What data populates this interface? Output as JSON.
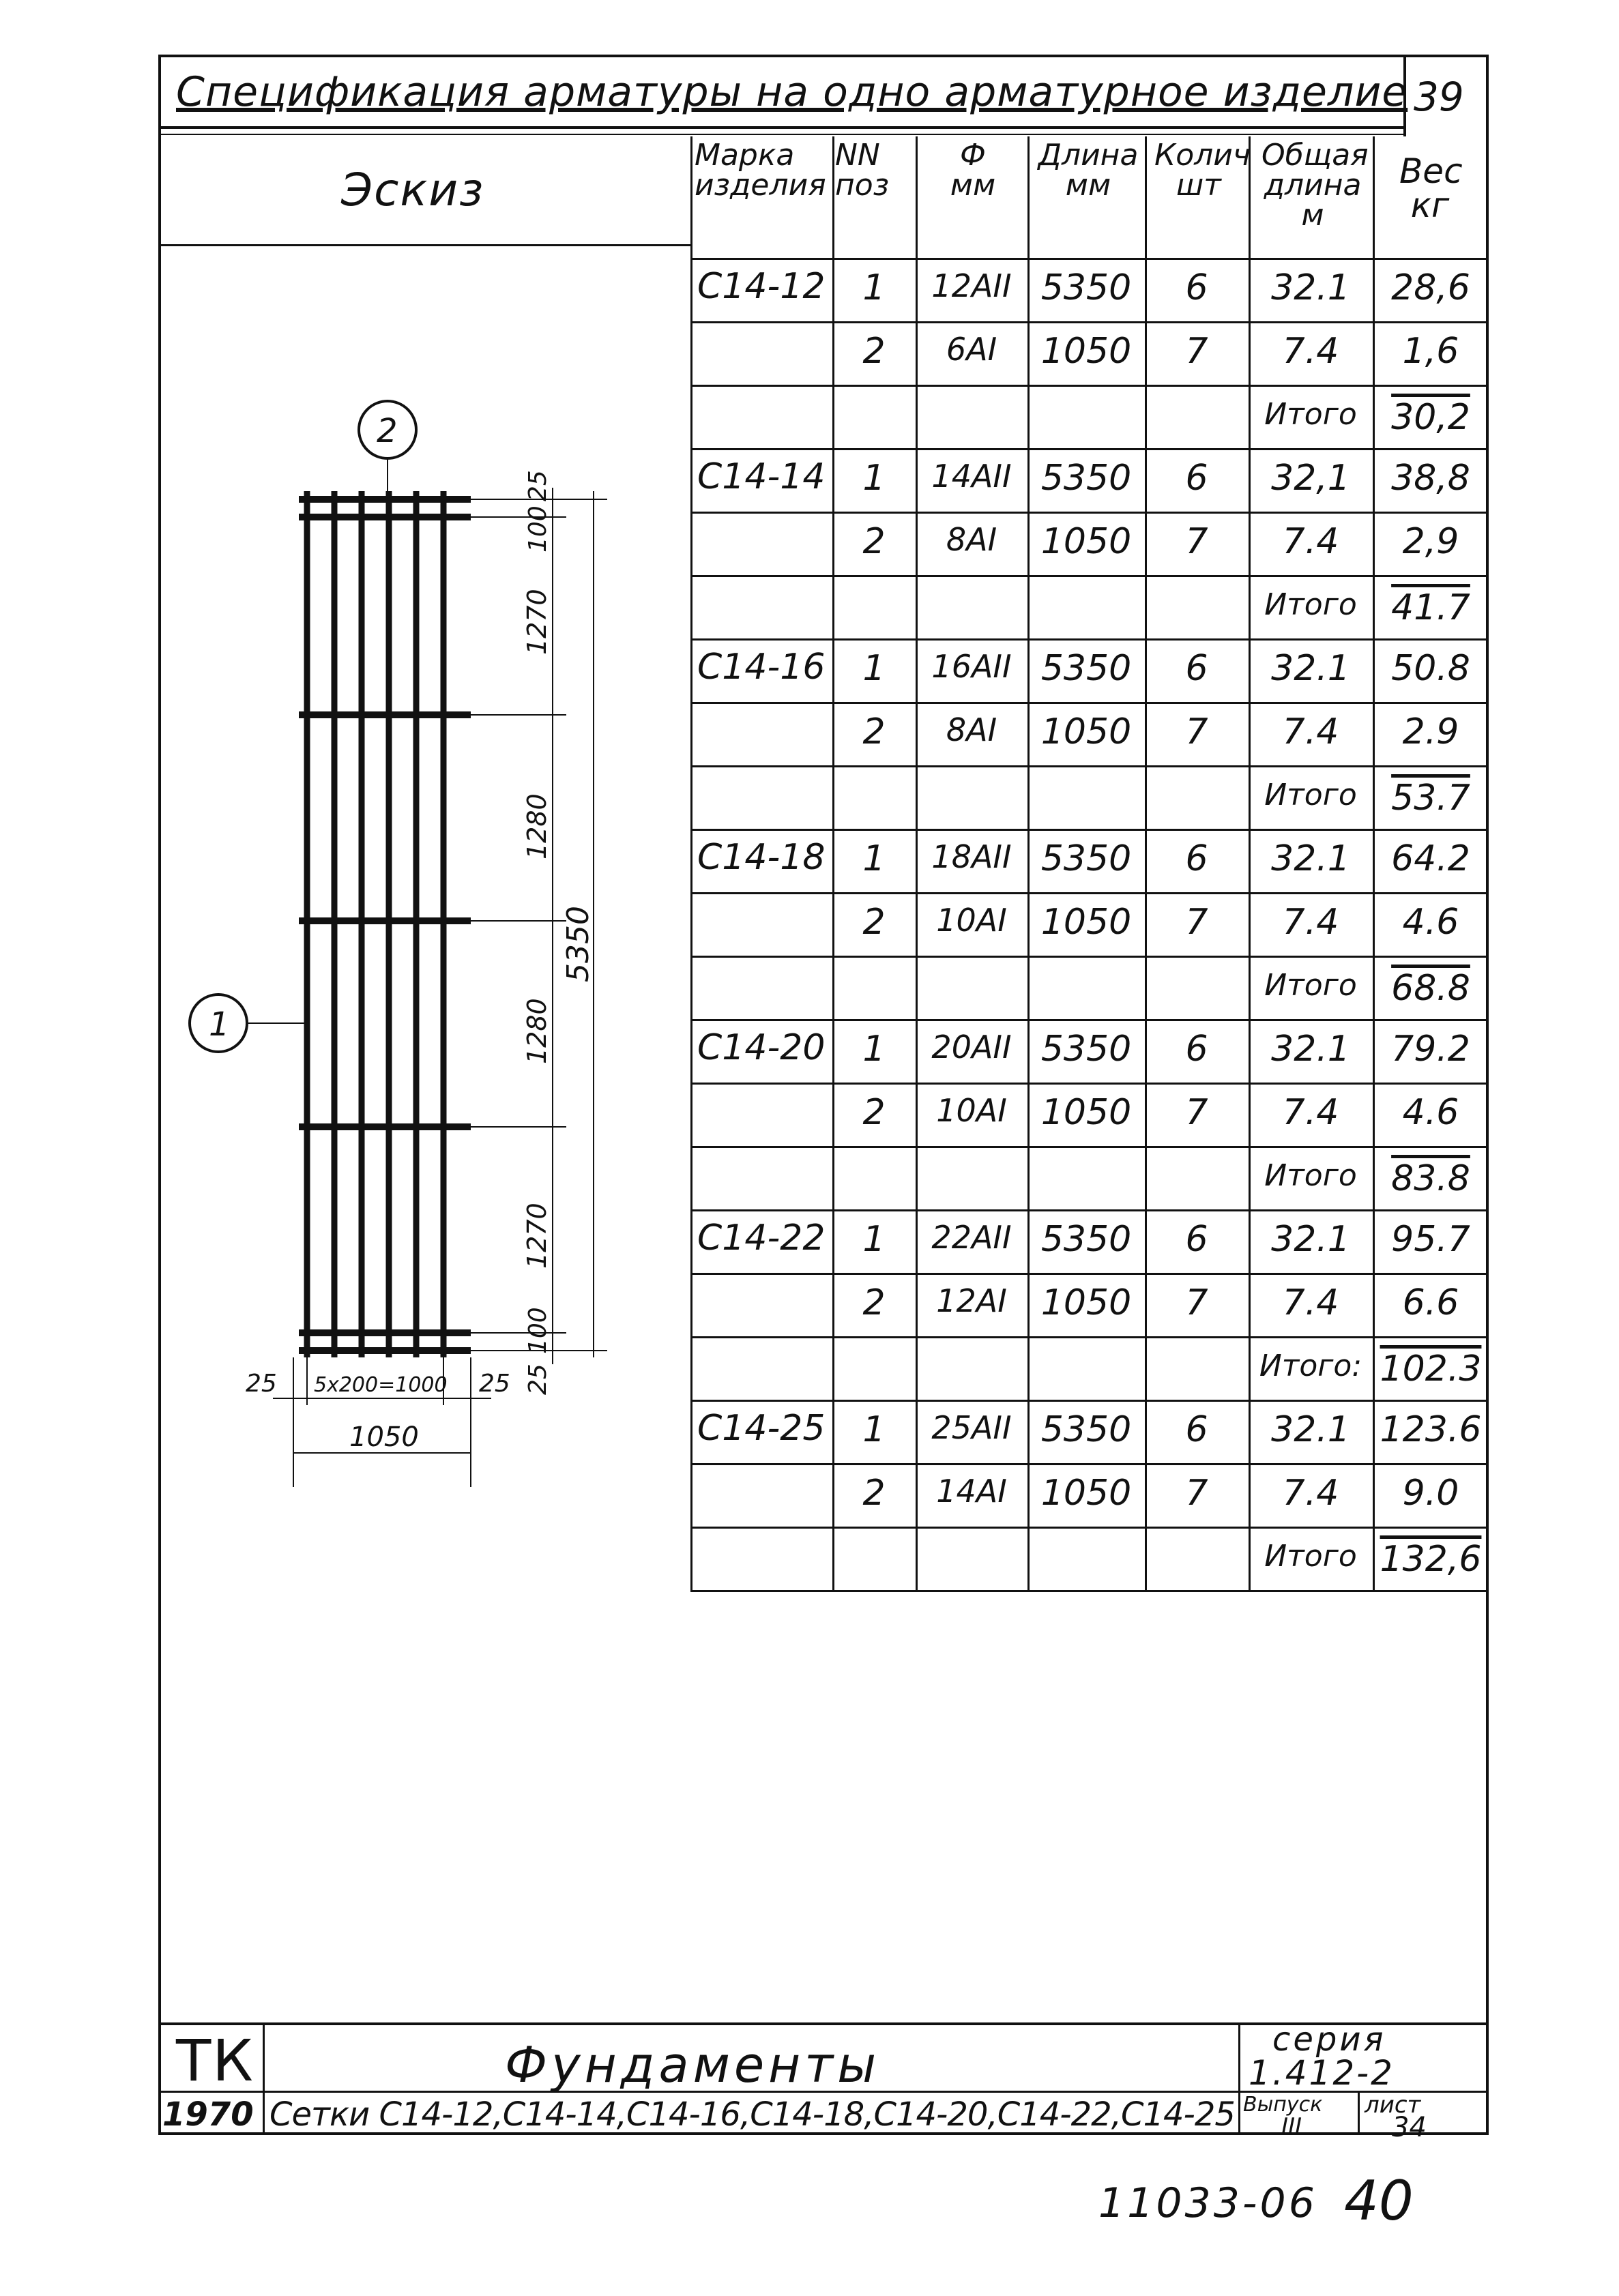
{
  "header": {
    "title": "Спецификация арматуры на одно арматурное изделие",
    "sheet_number": "39"
  },
  "sketch": {
    "title": "Эскиз",
    "pos_labels": [
      "1",
      "2"
    ],
    "vertical_dims": [
      "25",
      "100",
      "1270",
      "1280",
      "1280",
      "1270",
      "100",
      "25"
    ],
    "total_height": "5350",
    "bottom_dims": {
      "left": "25",
      "middle": "5x200=1000",
      "right": "25",
      "total": "1050"
    }
  },
  "table": {
    "headers": {
      "mark": "Марка изделия",
      "pos": "NN поз",
      "diam": "Ф мм",
      "length": "Длина мм",
      "count": "Колич шт",
      "total_length": "Общая длина м",
      "weight": "Вес кг"
    },
    "groups": [
      {
        "mark": "С14-12",
        "rows": [
          {
            "pos": "1",
            "diam": "12AII",
            "length": "5350",
            "count": "6",
            "total_length": "32.1",
            "weight": "28,6"
          },
          {
            "pos": "2",
            "diam": "6AI",
            "length": "1050",
            "count": "7",
            "total_length": "7.4",
            "weight": "1,6"
          }
        ],
        "total_label": "Итого",
        "total": "30,2"
      },
      {
        "mark": "С14-14",
        "rows": [
          {
            "pos": "1",
            "diam": "14AII",
            "length": "5350",
            "count": "6",
            "total_length": "32,1",
            "weight": "38,8"
          },
          {
            "pos": "2",
            "diam": "8AI",
            "length": "1050",
            "count": "7",
            "total_length": "7.4",
            "weight": "2,9"
          }
        ],
        "total_label": "Итого",
        "total": "41.7"
      },
      {
        "mark": "С14-16",
        "rows": [
          {
            "pos": "1",
            "diam": "16AII",
            "length": "5350",
            "count": "6",
            "total_length": "32.1",
            "weight": "50.8"
          },
          {
            "pos": "2",
            "diam": "8AI",
            "length": "1050",
            "count": "7",
            "total_length": "7.4",
            "weight": "2.9"
          }
        ],
        "total_label": "Итого",
        "total": "53.7"
      },
      {
        "mark": "С14-18",
        "rows": [
          {
            "pos": "1",
            "diam": "18AII",
            "length": "5350",
            "count": "6",
            "total_length": "32.1",
            "weight": "64.2"
          },
          {
            "pos": "2",
            "diam": "10AI",
            "length": "1050",
            "count": "7",
            "total_length": "7.4",
            "weight": "4.6"
          }
        ],
        "total_label": "Итого",
        "total": "68.8"
      },
      {
        "mark": "С14-20",
        "rows": [
          {
            "pos": "1",
            "diam": "20AII",
            "length": "5350",
            "count": "6",
            "total_length": "32.1",
            "weight": "79.2"
          },
          {
            "pos": "2",
            "diam": "10AI",
            "length": "1050",
            "count": "7",
            "total_length": "7.4",
            "weight": "4.6"
          }
        ],
        "total_label": "Итого",
        "total": "83.8"
      },
      {
        "mark": "С14-22",
        "rows": [
          {
            "pos": "1",
            "diam": "22AII",
            "length": "5350",
            "count": "6",
            "total_length": "32.1",
            "weight": "95.7"
          },
          {
            "pos": "2",
            "diam": "12AI",
            "length": "1050",
            "count": "7",
            "total_length": "7.4",
            "weight": "6.6"
          }
        ],
        "total_label": "Итого:",
        "total": "102.3"
      },
      {
        "mark": "С14-25",
        "rows": [
          {
            "pos": "1",
            "diam": "25AII",
            "length": "5350",
            "count": "6",
            "total_length": "32.1",
            "weight": "123.6"
          },
          {
            "pos": "2",
            "diam": "14AI",
            "length": "1050",
            "count": "7",
            "total_length": "7.4",
            "weight": "9.0"
          }
        ],
        "total_label": "Итого",
        "total": "132,6"
      }
    ]
  },
  "title_block": {
    "org": "ТК",
    "name": "Фундаменты",
    "series_label": "серия",
    "series": "1.412-2",
    "year": "1970",
    "description": "Сетки С14-12,С14-14,С14-16,С14-18,С14-20,С14-22,С14-25",
    "issue_label": "Выпуск",
    "issue": "III",
    "sheet_label": "лист",
    "sheet": "34"
  },
  "footer": {
    "code": "11033-06",
    "page": "40"
  }
}
